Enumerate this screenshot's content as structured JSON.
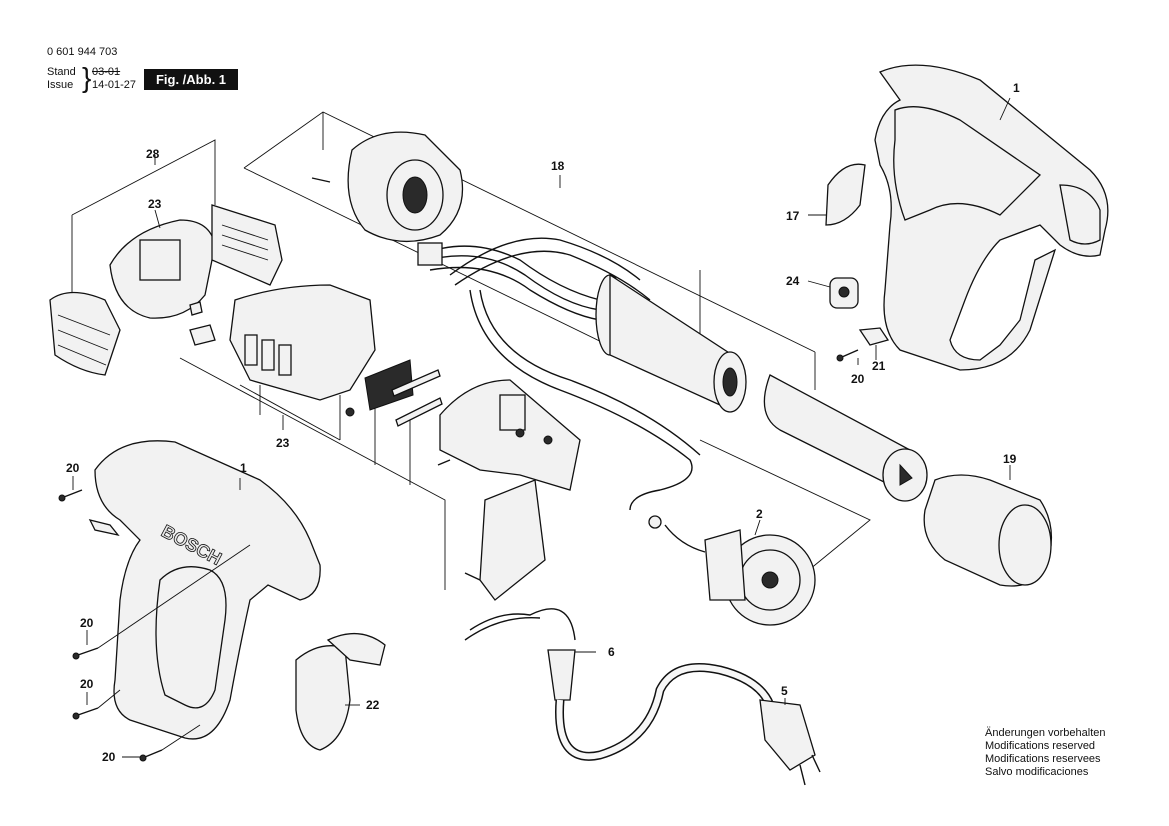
{
  "header": {
    "part_number": "0 601 944 703",
    "stand_label": "Stand",
    "issue_label": "Issue",
    "stand_date": "03-01",
    "issue_date": "14-01-27",
    "figure_label": "Fig. /Abb. 1"
  },
  "callouts": {
    "c1_top": "1",
    "c1_bottom": "1",
    "c2": "2",
    "c5": "5",
    "c6": "6",
    "c17": "17",
    "c18": "18",
    "c19": "19",
    "c20_right": "20",
    "c20_a": "20",
    "c20_b": "20",
    "c20_c": "20",
    "c20_d": "20",
    "c21": "21",
    "c22": "22",
    "c23_top": "23",
    "c23_bottom": "23",
    "c24": "24",
    "c28": "28"
  },
  "brand_text": "BOSCH",
  "footer_note": {
    "line1": "Änderungen vorbehalten",
    "line2": "Modifications reserved",
    "line3": "Modifications reservees",
    "line4": "Salvo modificaciones"
  }
}
